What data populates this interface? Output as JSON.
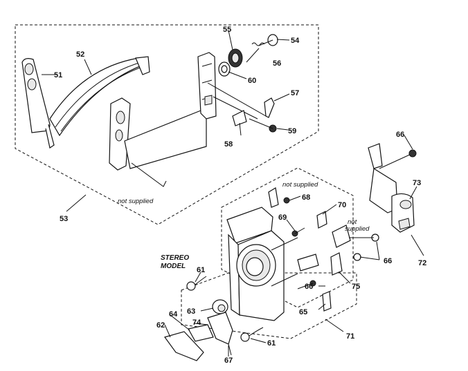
{
  "callouts": {
    "c51": "51",
    "c52": "52",
    "c53": "53",
    "c54": "54",
    "c55": "55",
    "c56": "56",
    "c57": "57",
    "c58": "58",
    "c59": "59",
    "c60": "60",
    "c61a": "61",
    "c61b": "61",
    "c62": "62",
    "c63": "63",
    "c64": "64",
    "c65": "65",
    "c66a": "66",
    "c66b": "66",
    "c66c": "66",
    "c67": "67",
    "c68": "68",
    "c69": "69",
    "c70": "70",
    "c71": "71",
    "c72": "72",
    "c73": "73",
    "c74": "74",
    "c75": "75"
  },
  "notes": {
    "not_supplied_upper": "not supplied",
    "not_supplied_mid": "not supplied",
    "not_supplied_right_1": "not",
    "not_supplied_right_2": "supplied",
    "stereo_1": "STEREO",
    "stereo_2": "MODEL"
  }
}
